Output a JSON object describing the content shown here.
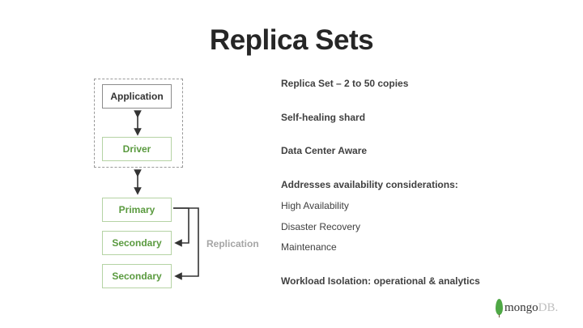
{
  "slide": {
    "title": "Replica Sets"
  },
  "diagram": {
    "application_label": "Application",
    "driver_label": "Driver",
    "primary_label": "Primary",
    "secondary_labels": [
      "Secondary",
      "Secondary"
    ],
    "replication_label": "Replication",
    "colors": {
      "green_text": "#5a9a3f",
      "green_border": "#b5d3a4",
      "gray_border": "#8c8c8c",
      "arrow": "#333333"
    }
  },
  "bullets": [
    {
      "text": "Replica Set – 2 to 50 copies",
      "bold": true
    },
    {
      "text": "Self-healing  shard",
      "bold": true
    },
    {
      "text": "Data Center Aware",
      "bold": true
    },
    {
      "text": "Addresses availability  considerations:",
      "bold": true
    },
    {
      "text": "High Availability",
      "bold": false
    },
    {
      "text": "Disaster Recovery",
      "bold": false
    },
    {
      "text": "Maintenance",
      "bold": false
    },
    {
      "text": "Workload Isolation:  operational & analytics",
      "bold": true
    }
  ],
  "logo": {
    "icon": "mongodb-leaf-icon",
    "text_mongo": "mongo",
    "text_db": "DB."
  }
}
